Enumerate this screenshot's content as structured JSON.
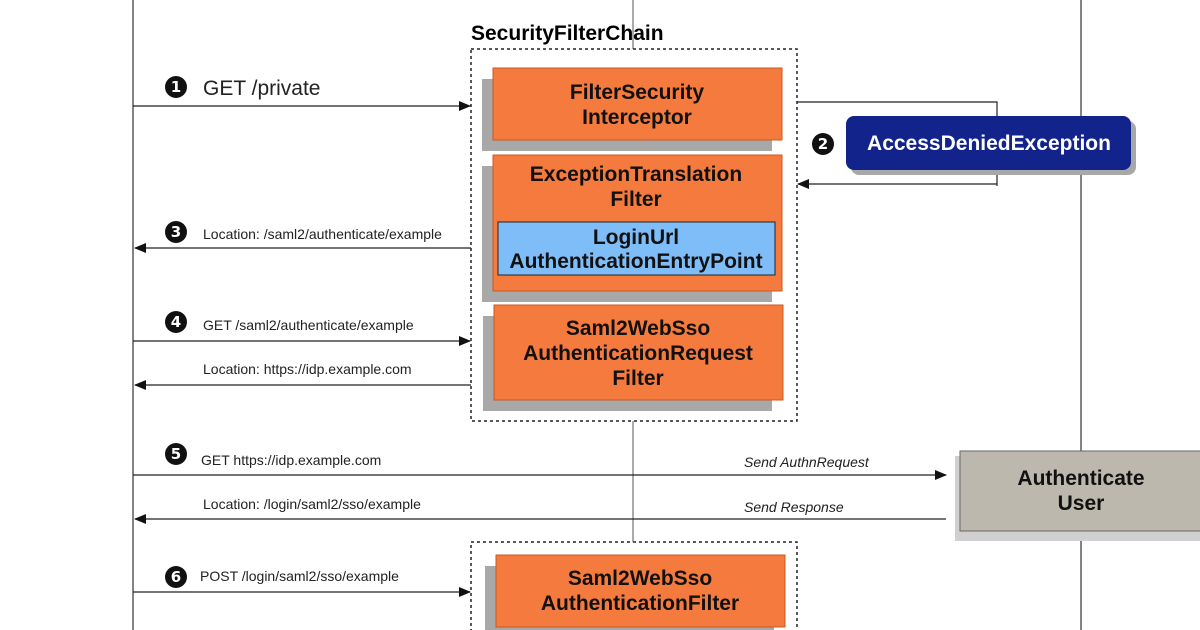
{
  "chain_title": "SecurityFilterChain",
  "steps": [
    "1",
    "2",
    "3",
    "4",
    "5",
    "6"
  ],
  "filters": {
    "filter_security_interceptor": [
      "FilterSecurity",
      "Interceptor"
    ],
    "exception_translation_filter": [
      "ExceptionTranslation",
      "Filter"
    ],
    "login_url_entry_point": [
      "LoginUrl",
      "AuthenticationEntryPoint"
    ],
    "saml2_request_filter": [
      "Saml2WebSso",
      "AuthenticationRequest",
      "Filter"
    ],
    "saml2_authentication_filter": [
      "Saml2WebSso",
      "AuthenticationFilter"
    ]
  },
  "exception": "AccessDeniedException",
  "authenticate_user": [
    "Authenticate",
    "User"
  ],
  "arrows": {
    "get_private": "GET /private",
    "location_authenticate": "Location: /saml2/authenticate/example",
    "get_authenticate": "GET /saml2/authenticate/example",
    "location_idp": "Location: https://idp.example.com",
    "get_idp": "GET https://idp.example.com",
    "send_authn_request": "Send AuthnRequest",
    "location_login": "Location: /login/saml2/sso/example",
    "send_response": "Send Response",
    "post_login": "POST /login/saml2/sso/example"
  },
  "colors": {
    "filter_orange": "#f47a3d",
    "shadow_gray": "#a8a8a8",
    "entry_point_blue": "#7ebdf7",
    "exception_navy": "#12248c",
    "user_gray": "#bdb8ad"
  }
}
